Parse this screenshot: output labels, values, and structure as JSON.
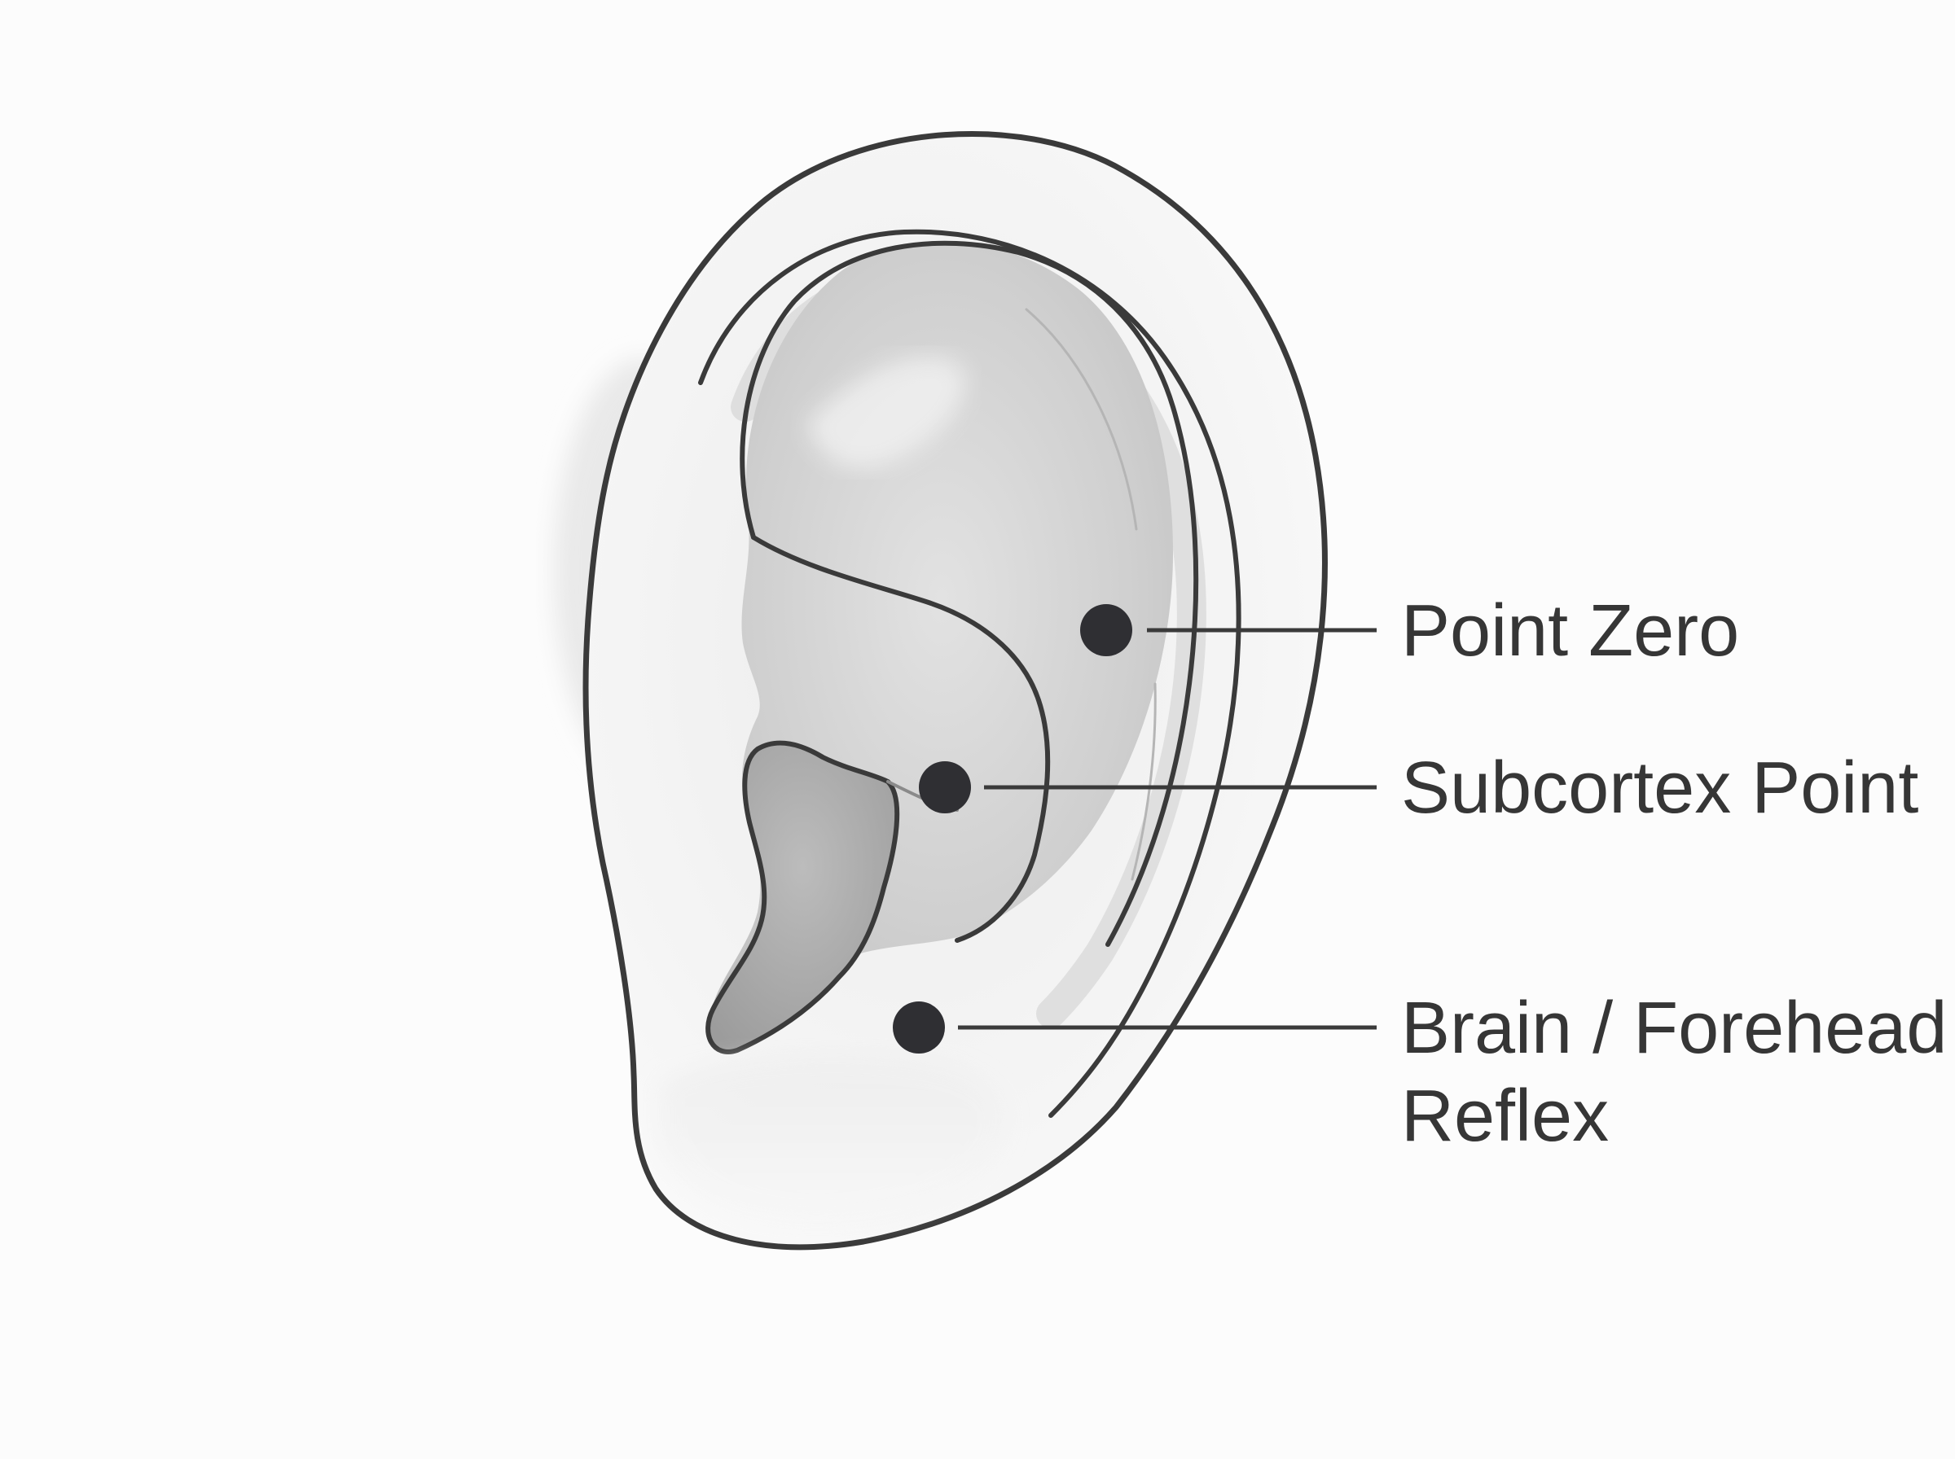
{
  "diagram": {
    "colors": {
      "background": "#fcfcfc",
      "outline": "#3a3a3a",
      "skin_light": "#f4f4f4",
      "skin_mid": "#dcdcdc",
      "skin_shadow": "#a9a9a9",
      "marker": "#2f2f33",
      "leader_line": "#3a3a3a",
      "label_text": "#363636"
    },
    "points": [
      {
        "id": "point-zero",
        "label_lines": [
          "Point Zero"
        ],
        "icon": "dot-marker"
      },
      {
        "id": "subcortex-point",
        "label_lines": [
          "Subcortex Point"
        ],
        "icon": "dot-marker"
      },
      {
        "id": "brain-forehead-reflex",
        "label_lines": [
          "Brain / Forehead",
          "Reflex"
        ],
        "icon": "dot-marker"
      }
    ]
  }
}
